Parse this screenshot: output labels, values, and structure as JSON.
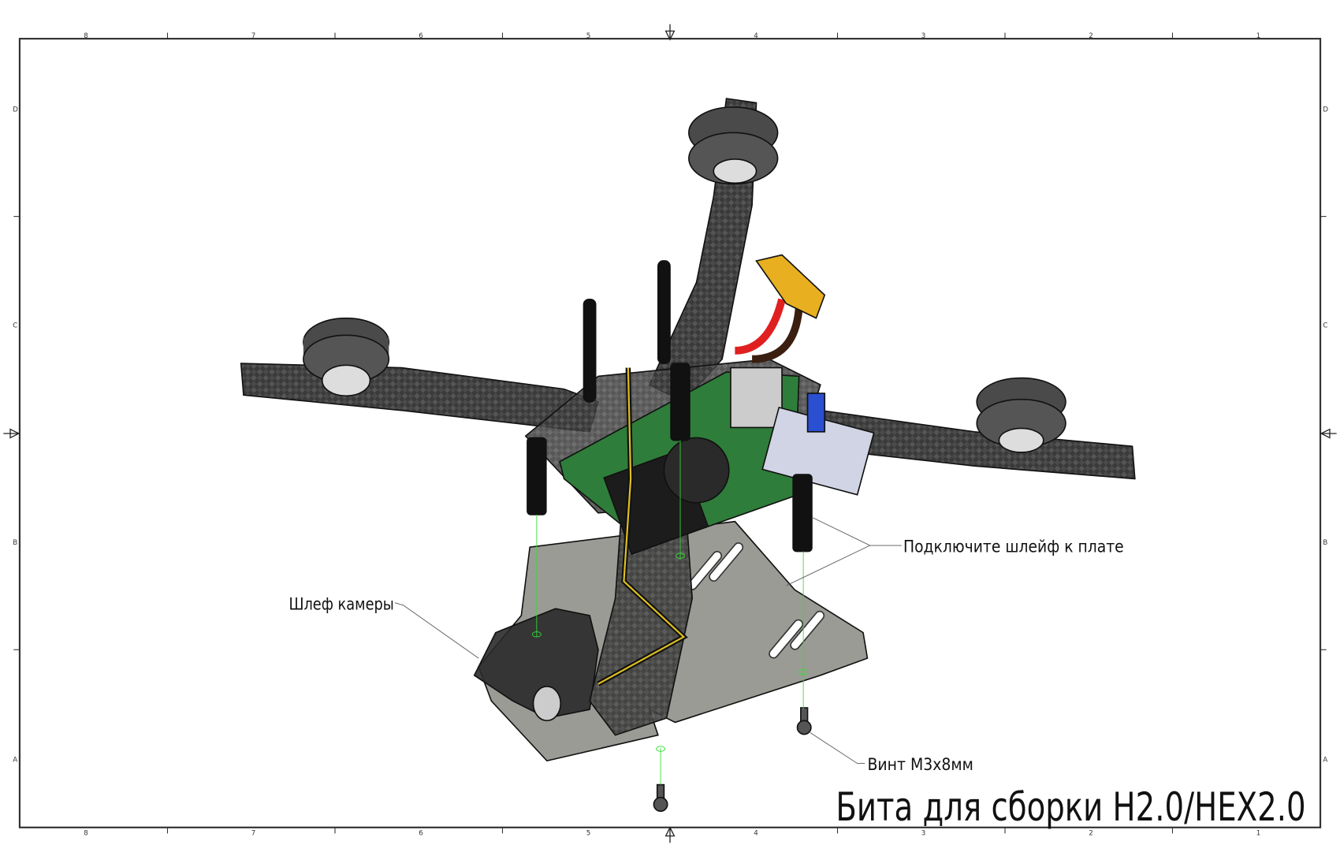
{
  "sheet": {
    "title": "Бита для сборки H2.0/HEX2.0",
    "columns": [
      "8",
      "7",
      "6",
      "5",
      "4",
      "3",
      "2",
      "1"
    ],
    "rows": [
      "D",
      "C",
      "B",
      "A"
    ]
  },
  "callouts": {
    "ribbon_to_board": "Подключите шлейф к плате",
    "camera_ribbon": "Шлеф камеры",
    "screw": "Винт М3х8мм"
  },
  "colors": {
    "carbon": "#3b3b3b",
    "pcb": "#2f7d3a",
    "plate": "#8a8a82",
    "connector": "#e8b020",
    "wire_red": "#e02020",
    "guide": "#33dd33"
  }
}
